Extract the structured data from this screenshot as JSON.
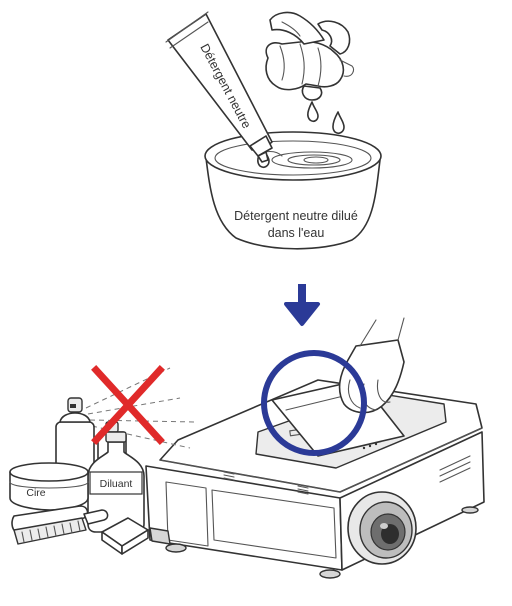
{
  "labels": {
    "tube": "Détergent neutre",
    "bowl_line1": "Détergent neutre dilué",
    "bowl_line2": "dans l'eau",
    "can_wax": "Cire",
    "bottle_thinner": "Diluant"
  },
  "colors": {
    "arrow": "#2b3a97",
    "cross": "#e02a2a",
    "circle": "#2b3a97",
    "line": "#333333"
  },
  "icons": {
    "arrow": "arrow-down-icon",
    "cross": "prohibited-cross-icon",
    "circle": "highlight-circle-icon"
  }
}
